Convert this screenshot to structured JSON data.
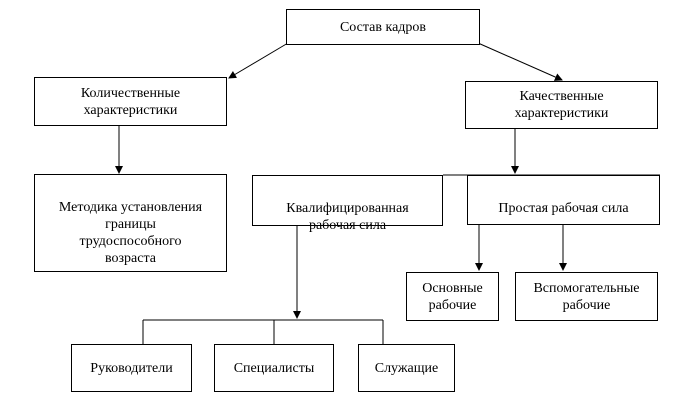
{
  "nodes": {
    "root": "Состав кадров",
    "quantitative": "Количественные\nхарактеристики",
    "qualitative": "Качественные\nхарактеристики",
    "method": "Методика установления\nграницы\nтрудоспособного\nвозраста",
    "skilled": "Квалифицированная\nрабочая сила",
    "simple": "Простая рабочая сила",
    "main_workers": "Основные\nрабочие",
    "aux_workers": "Вспомогательные\nрабочие",
    "managers": "Руководители",
    "specialists": "Специалисты",
    "clerks": "Служащие"
  }
}
